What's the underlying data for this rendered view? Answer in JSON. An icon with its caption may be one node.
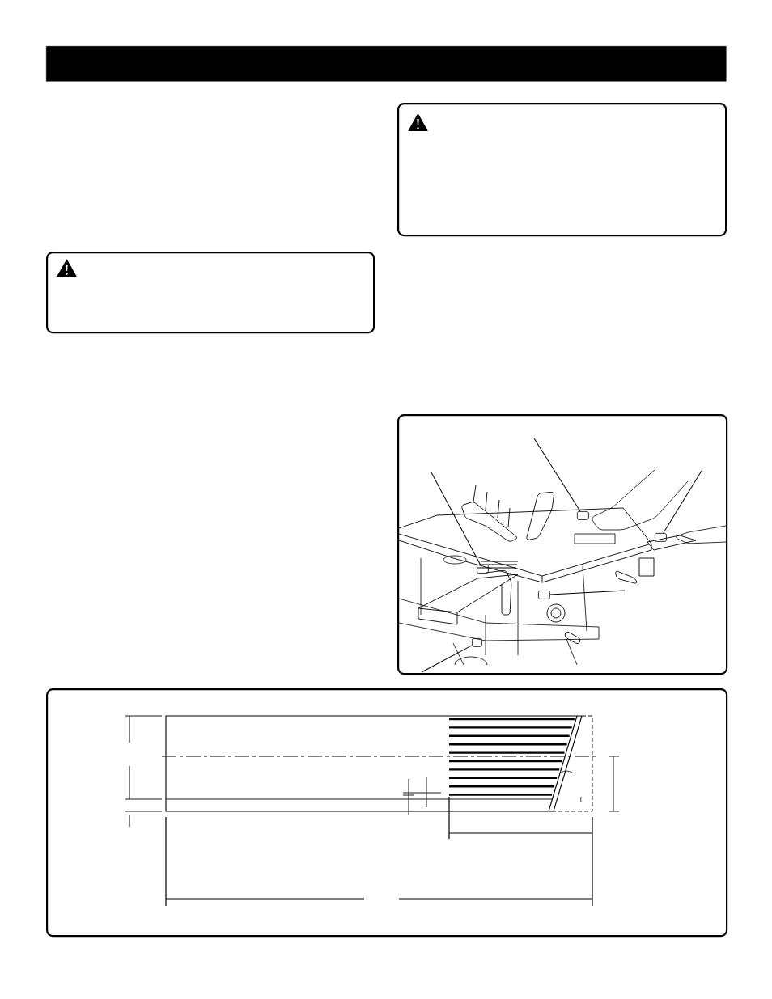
{
  "diagram": {
    "nodes": [
      {
        "text": [],
        "shape": "bar"
      },
      {
        "text": [],
        "shape": "box"
      },
      {
        "text": [],
        "shape": "box"
      },
      {
        "text": [],
        "shape": "box"
      },
      {
        "text": [],
        "shape": "box"
      },
      {
        "text": [],
        "shape": "box",
        "in": 3
      },
      {
        "text": [],
        "shape": "box",
        "in": 3
      },
      {
        "text": [],
        "shape": "box",
        "in": 3
      },
      {
        "text": [],
        "shape": "box",
        "in": 3
      },
      {
        "text": [],
        "shape": "box",
        "in": 3
      }
    ],
    "edges": [
      {
        "from": null,
        "to": 5,
        "arrow": "none"
      },
      {
        "from": null,
        "to": 6,
        "arrow": "none"
      },
      {
        "from": null,
        "to": 7,
        "arrow": "none"
      },
      {
        "from": null,
        "to": 8,
        "arrow": "none"
      },
      {
        "from": null,
        "to": 9,
        "arrow": "none"
      }
    ]
  }
}
